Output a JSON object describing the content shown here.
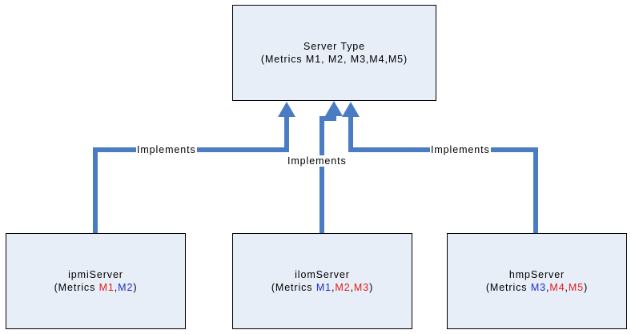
{
  "colors": {
    "connector": "#4a7cc4",
    "box_fill": "#e8eef8",
    "box_border": "#000000",
    "metric_red": "#e21a1a",
    "metric_blue": "#1a2fd0"
  },
  "nodes": {
    "server_type": {
      "title": "Server Type",
      "metrics": "(Metrics M1, M2, M3,M4,M5)"
    },
    "ipmi": {
      "title": "ipmiServer",
      "open": "(Metrics ",
      "m1": "M1",
      "sep1": ",",
      "m2": "M2",
      "close": ")"
    },
    "ilom": {
      "title": "ilomServer",
      "open": "(Metrics ",
      "m1": "M1",
      "sep1": ",",
      "m2": "M2",
      "sep2": ",",
      "m3": "M3",
      "close": ")"
    },
    "hmp": {
      "title": "hmpServer",
      "open": "(Metrics ",
      "m3": "M3",
      "sep1": ",",
      "m4": "M4",
      "sep2": ",",
      "m5": "M5",
      "close": ")"
    }
  },
  "edges": {
    "left_label": "Implements",
    "middle_label": "Implements",
    "right_label": "Implements"
  }
}
